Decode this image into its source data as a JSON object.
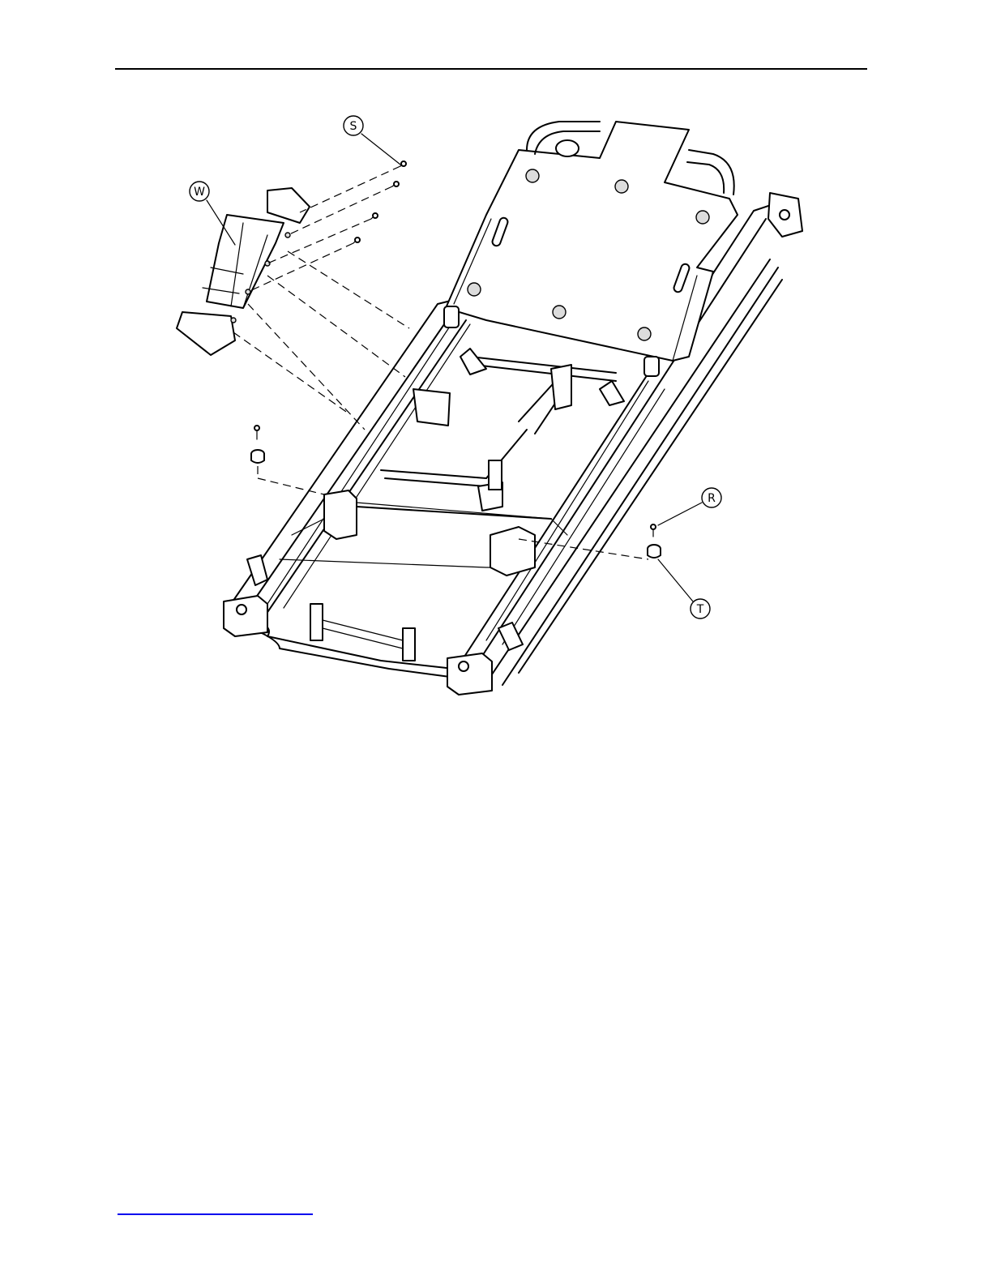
{
  "figure": {
    "callouts": [
      {
        "id": "S",
        "label": "S"
      },
      {
        "id": "W",
        "label": "W"
      },
      {
        "id": "R",
        "label": "R"
      },
      {
        "id": "T",
        "label": "T"
      }
    ]
  },
  "footer": {
    "link_text": ""
  }
}
